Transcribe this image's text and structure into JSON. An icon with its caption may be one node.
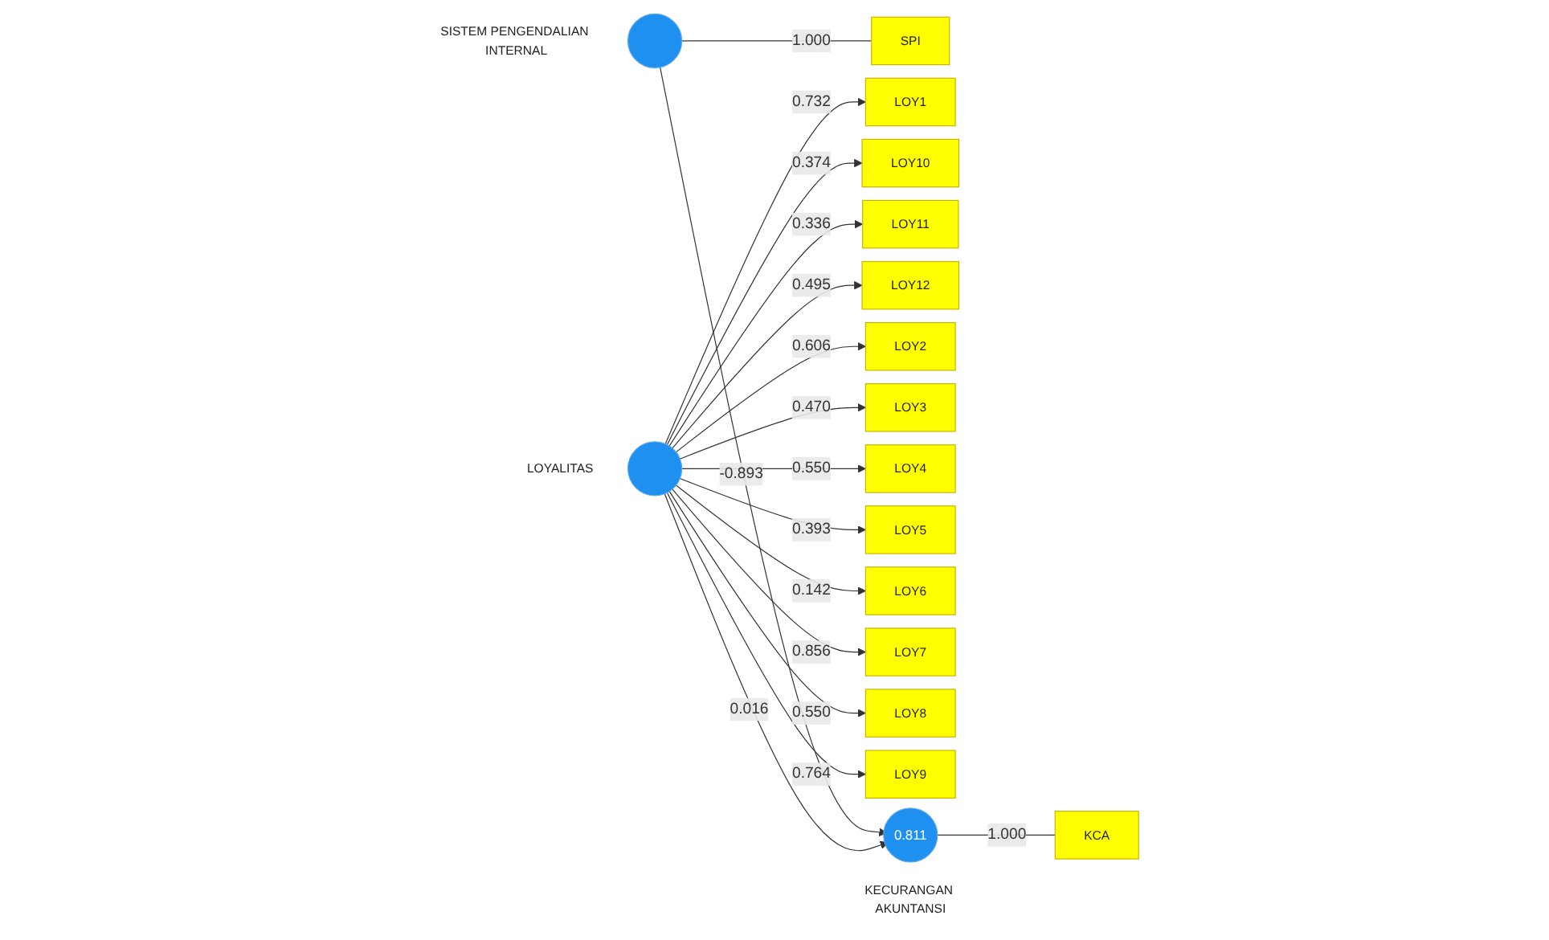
{
  "diagram": {
    "nodes": [
      {
        "text": [
          "SPI"
        ]
      },
      {
        "text": [
          "LOY1"
        ]
      },
      {
        "text": [
          "LOY10"
        ]
      },
      {
        "text": [
          "LOY11"
        ]
      },
      {
        "text": [
          "LOY12"
        ]
      },
      {
        "text": [
          "LOY2"
        ]
      },
      {
        "text": [
          "LOY3"
        ]
      },
      {
        "text": [
          "LOY4"
        ]
      },
      {
        "text": [
          "LOY5"
        ]
      },
      {
        "text": [
          "LOY6"
        ]
      },
      {
        "text": [
          "LOY7"
        ]
      },
      {
        "text": [
          "LOY8"
        ]
      },
      {
        "text": [
          "LOY9"
        ]
      },
      {
        "text": [],
        "shape": "circle",
        "beside": [
          "SISTEM PENGENDALIAN INTERNAL"
        ]
      },
      {
        "text": [],
        "shape": "circle",
        "beside": [
          "LOYALITAS"
        ]
      },
      {
        "text": [
          "0.811"
        ],
        "beside": [
          "KECURANGAN AKUNTANSI"
        ]
      },
      {
        "text": [
          "KCA"
        ]
      }
    ],
    "edges": [
      {
        "from": 13,
        "to": 0,
        "arrow": "none",
        "label": "1.000"
      },
      {
        "from": 14,
        "to": 1,
        "arrow": "to",
        "label": "0.732"
      },
      {
        "from": 14,
        "to": 2,
        "arrow": "to",
        "label": "0.374"
      },
      {
        "from": 14,
        "to": 3,
        "arrow": "to",
        "label": "0.336"
      },
      {
        "from": 14,
        "to": 4,
        "arrow": "to",
        "label": "0.495"
      },
      {
        "from": 14,
        "to": 5,
        "arrow": "to",
        "label": "0.606"
      },
      {
        "from": 14,
        "to": 6,
        "arrow": "to",
        "label": "0.470"
      },
      {
        "from": 14,
        "to": 7,
        "arrow": "to",
        "label": "0.550"
      },
      {
        "from": 14,
        "to": 8,
        "arrow": "to",
        "label": "0.393"
      },
      {
        "from": 14,
        "to": 9,
        "arrow": "to",
        "label": "0.142"
      },
      {
        "from": 14,
        "to": 10,
        "arrow": "to",
        "label": "0.856"
      },
      {
        "from": 14,
        "to": 11,
        "arrow": "to",
        "label": "0.550"
      },
      {
        "from": 14,
        "to": 12,
        "arrow": "to",
        "label": "0.764"
      },
      {
        "from": 13,
        "to": 15,
        "arrow": "to",
        "label": "-0.893"
      },
      {
        "from": 14,
        "to": 15,
        "arrow": "to",
        "label": "0.016"
      },
      {
        "from": 15,
        "to": 16,
        "arrow": "none",
        "label": "1.000"
      }
    ]
  }
}
